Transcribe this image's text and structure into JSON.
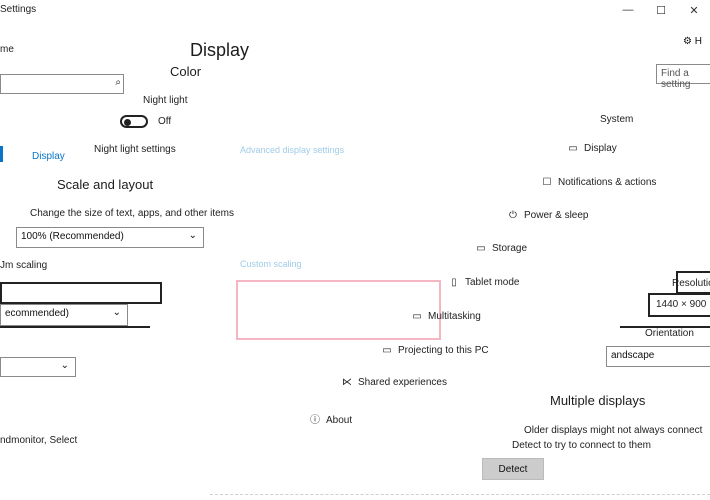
{
  "window": {
    "title": "Settings",
    "minimize_glyph": "—",
    "maximize_glyph": "☐",
    "close_glyph": "✕"
  },
  "left_partial": {
    "home_fragment": "me",
    "display_fragment": "Display",
    "scaling_fragment": "Jm scaling",
    "recommended_fragment": "ecommended)",
    "advanced_text": "ndmonitor, Select"
  },
  "center": {
    "display_heading": "Display",
    "color_label": "Color",
    "night_light_label": "Night light",
    "toggle_state": "Off",
    "night_light_settings": "Night light settings",
    "link_faint_1": "Advanced display settings",
    "scale_heading": "Scale and layout",
    "change_size_label": "Change the size of text, apps, and other items",
    "scale_value": "100% (Recommended)",
    "link_faint_2": "Custom scaling"
  },
  "nav": {
    "header": "System",
    "search_placeholder": "Find a setting",
    "home_fragment": "H",
    "items": [
      {
        "label": "Display",
        "icon": "monitor-icon",
        "glyph": "▭"
      },
      {
        "label": "Notifications & actions",
        "icon": "notification-icon",
        "glyph": "☐"
      },
      {
        "label": "Power & sleep",
        "icon": "power-icon",
        "glyph": "⏻"
      },
      {
        "label": "Storage",
        "icon": "storage-icon",
        "glyph": "▭"
      },
      {
        "label": "Tablet mode",
        "icon": "tablet-icon",
        "glyph": "▯"
      },
      {
        "label": "Multitasking",
        "icon": "multitasking-icon",
        "glyph": "▭"
      },
      {
        "label": "Projecting to this PC",
        "icon": "projecting-icon",
        "glyph": "▭"
      },
      {
        "label": "Shared experiences",
        "icon": "shared-icon",
        "glyph": "⋉"
      },
      {
        "label": "About",
        "icon": "about-icon",
        "glyph": "ⓘ"
      }
    ]
  },
  "right_partial": {
    "resolution_label": "Resolutio",
    "resolution_value": "1440 × 900",
    "orientation_label": "Orientation",
    "orientation_value": "andscape",
    "multiple_displays_heading": "Multiple displays",
    "multiple_text_1": "Older displays might not always connect",
    "multiple_text_2": "Detect to try to connect to them",
    "detect_button": "Detect"
  }
}
